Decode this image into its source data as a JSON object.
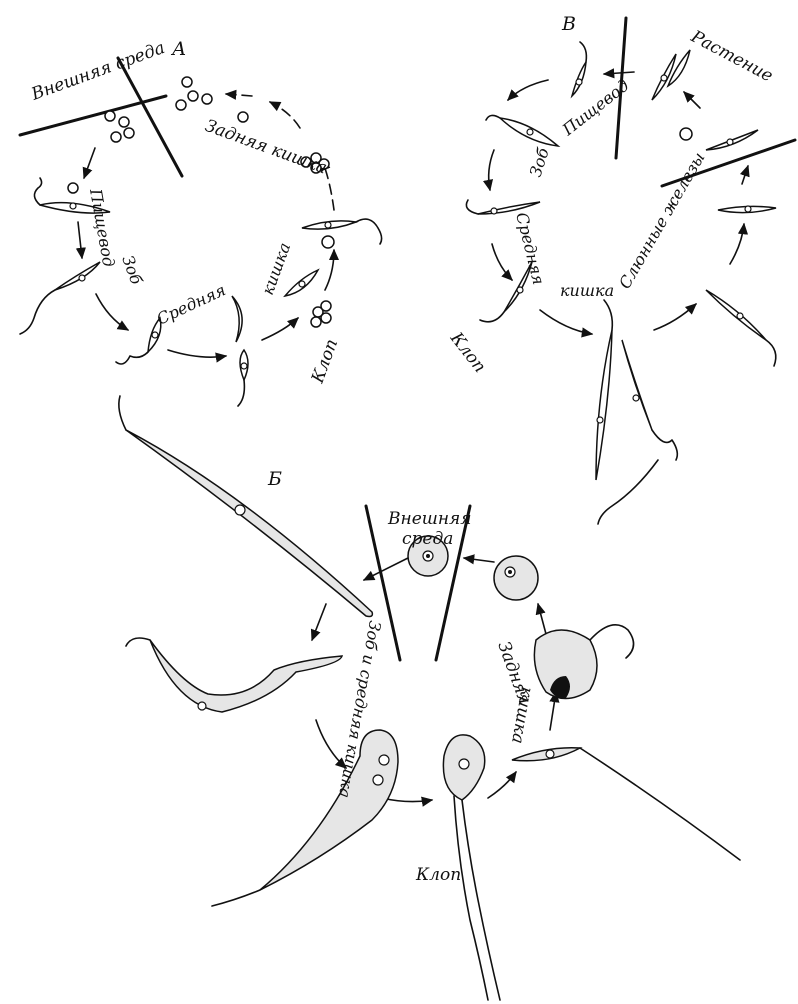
{
  "panels": {
    "a": {
      "letter": "А",
      "external": "Внешняя среда",
      "hindgut": "Задняя кишка",
      "midgut_word1": "Средняя",
      "midgut_word2": "кишка",
      "crop": "Зоб",
      "esophagus": "Пищевод",
      "host": "Клоп"
    },
    "b": {
      "letter": "Б",
      "external_line1": "Внешняя",
      "external_line2": "среда",
      "crop_midgut": "Зоб и средняя кишка",
      "hindgut_word1": "Задняя",
      "hindgut_word2": "кишка",
      "host": "Клоп"
    },
    "v": {
      "letter": "В",
      "plant": "Растение",
      "crop": "Зоб",
      "esophagus": "Пищевод",
      "midgut_word1": "Средняя",
      "midgut_word2": "кишка",
      "salivary": "Слюнные железы",
      "host": "Клоп"
    }
  },
  "colors": {
    "ink": "#111111",
    "paper": "#ffffff",
    "stipple": "#e6e6e6"
  }
}
